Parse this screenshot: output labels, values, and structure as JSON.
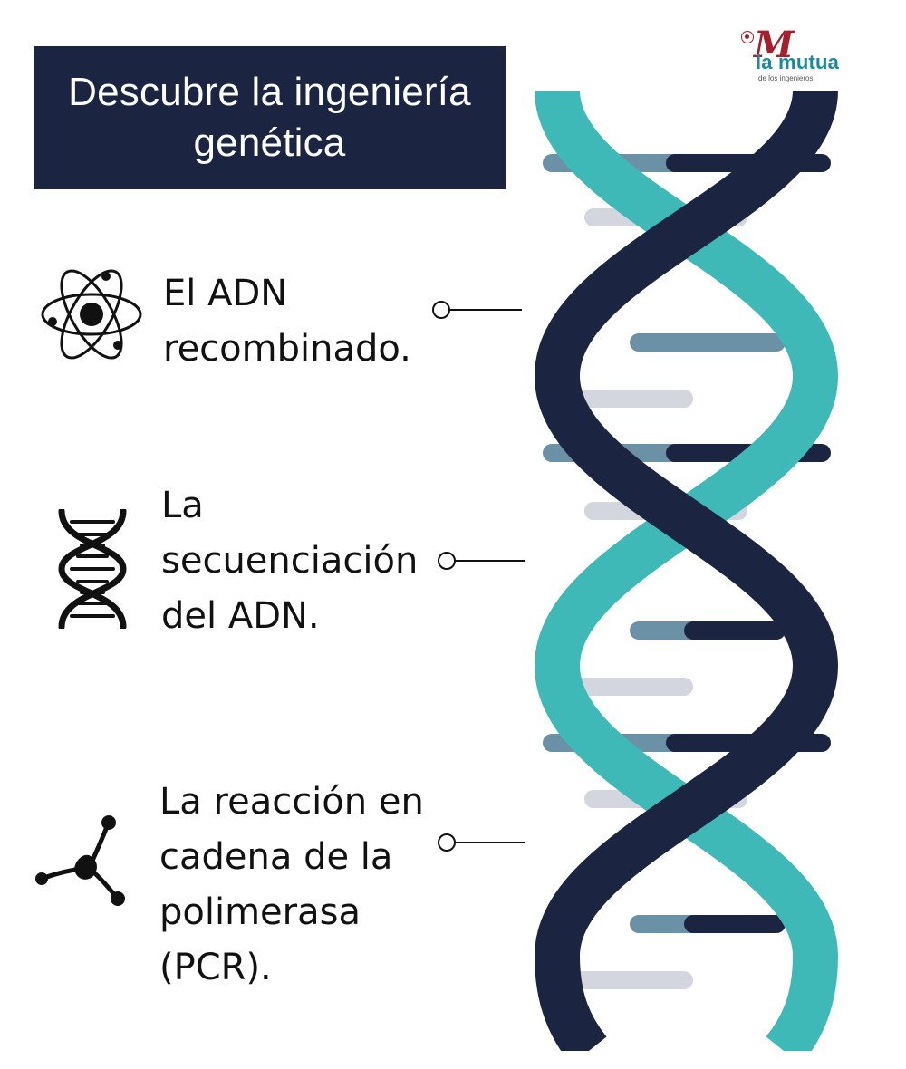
{
  "header": {
    "title_line1": "Descubre la ingeniería",
    "title_line2": "genética"
  },
  "logo": {
    "mark": "M",
    "name": "la mutua",
    "tagline": "de los ingenieros",
    "colors": {
      "mark": "#a3202c",
      "name": "#1b8aa0"
    }
  },
  "items": [
    {
      "icon": "atom-icon",
      "lines": [
        "El ADN",
        "recombinado."
      ]
    },
    {
      "icon": "dna-icon",
      "lines": [
        "La",
        "secuenciación",
        "del ADN."
      ]
    },
    {
      "icon": "molecule-icon",
      "lines": [
        "La reacción en",
        "cadena de la",
        "polimerasa",
        "(PCR)."
      ]
    }
  ],
  "colors": {
    "navy": "#1b2542",
    "teal": "#3fb8b8",
    "slate": "#6b91a7",
    "light_gray": "#d3d6df"
  }
}
